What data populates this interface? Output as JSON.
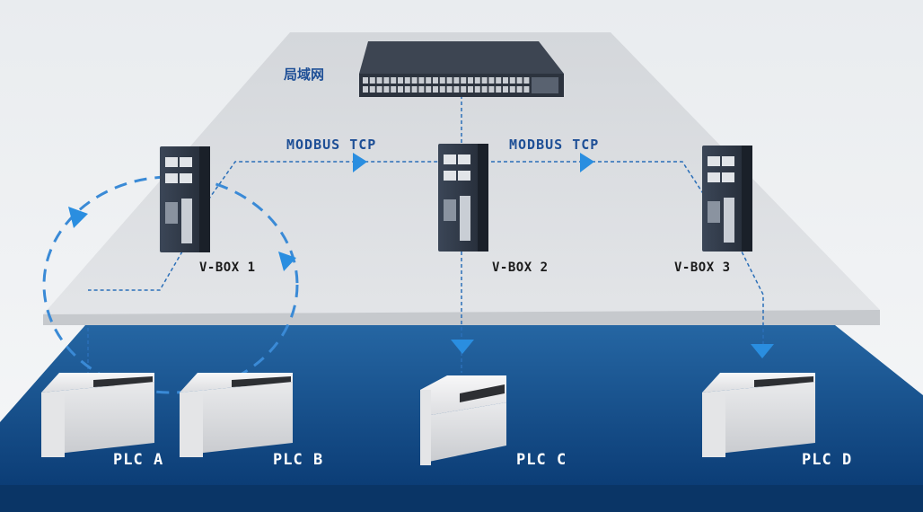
{
  "network": {
    "lan_label": "局域网",
    "protocol_label": "MODBUS TCP"
  },
  "switch": {
    "port_count": 48
  },
  "vboxes": [
    {
      "name": "V-BOX 1"
    },
    {
      "name": "V-BOX 2"
    },
    {
      "name": "V-BOX 3"
    }
  ],
  "plcs": [
    {
      "name": "PLC A"
    },
    {
      "name": "PLC B"
    },
    {
      "name": "PLC C"
    },
    {
      "name": "PLC D"
    }
  ],
  "colors": {
    "link_dashed": "#2b6fb8",
    "arrow": "#2a8ee0",
    "floor_top": "#1e5a94",
    "floor_bottom": "#0c3f78",
    "plane": "#dcdfe3"
  }
}
